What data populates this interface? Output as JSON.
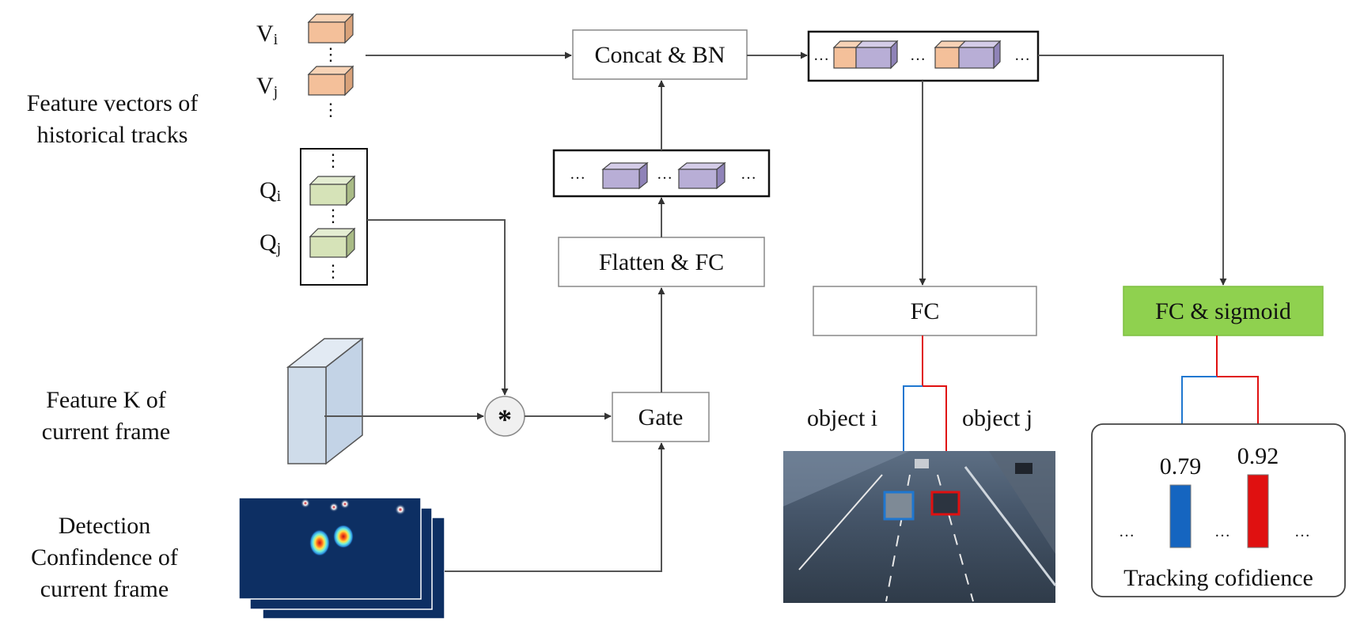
{
  "labels": {
    "feature_vectors": [
      "Feature vectors of",
      "historical tracks"
    ],
    "feature_k": [
      "Feature K of",
      "current frame"
    ],
    "detection": [
      "Detection",
      "Confindence of",
      "current frame"
    ],
    "v_i": "V",
    "v_i_sub": "i",
    "v_j": "V",
    "v_j_sub": "j",
    "q_i": "Q",
    "q_i_sub": "i",
    "q_j": "Q",
    "q_j_sub": "j",
    "vdots": "⋮",
    "ellipsis": "…",
    "star": "*"
  },
  "boxes": {
    "concat_bn": "Concat & BN",
    "flatten_fc": "Flatten & FC",
    "gate": "Gate",
    "fc": "FC",
    "fc_sigmoid": "FC & sigmoid"
  },
  "objects": {
    "object_i": "object i",
    "object_j": "object j"
  },
  "tracking": {
    "title": "Tracking cofidience",
    "values": [
      {
        "label": "0.79",
        "value": 0.79,
        "color": "#1565c0"
      },
      {
        "label": "0.92",
        "value": 0.92,
        "color": "#e01010"
      }
    ]
  },
  "colors": {
    "orange_cube": "#f4c09a",
    "purple_cube": "#b8aed6",
    "green_cube": "#d6e3b8",
    "feature_k_block": "#cfdcea",
    "fc_sigmoid_fill": "#8fd14f",
    "heatmap_bg": "#0d2f63",
    "arrow_blue": "#1f77d0",
    "arrow_red": "#e01010"
  }
}
